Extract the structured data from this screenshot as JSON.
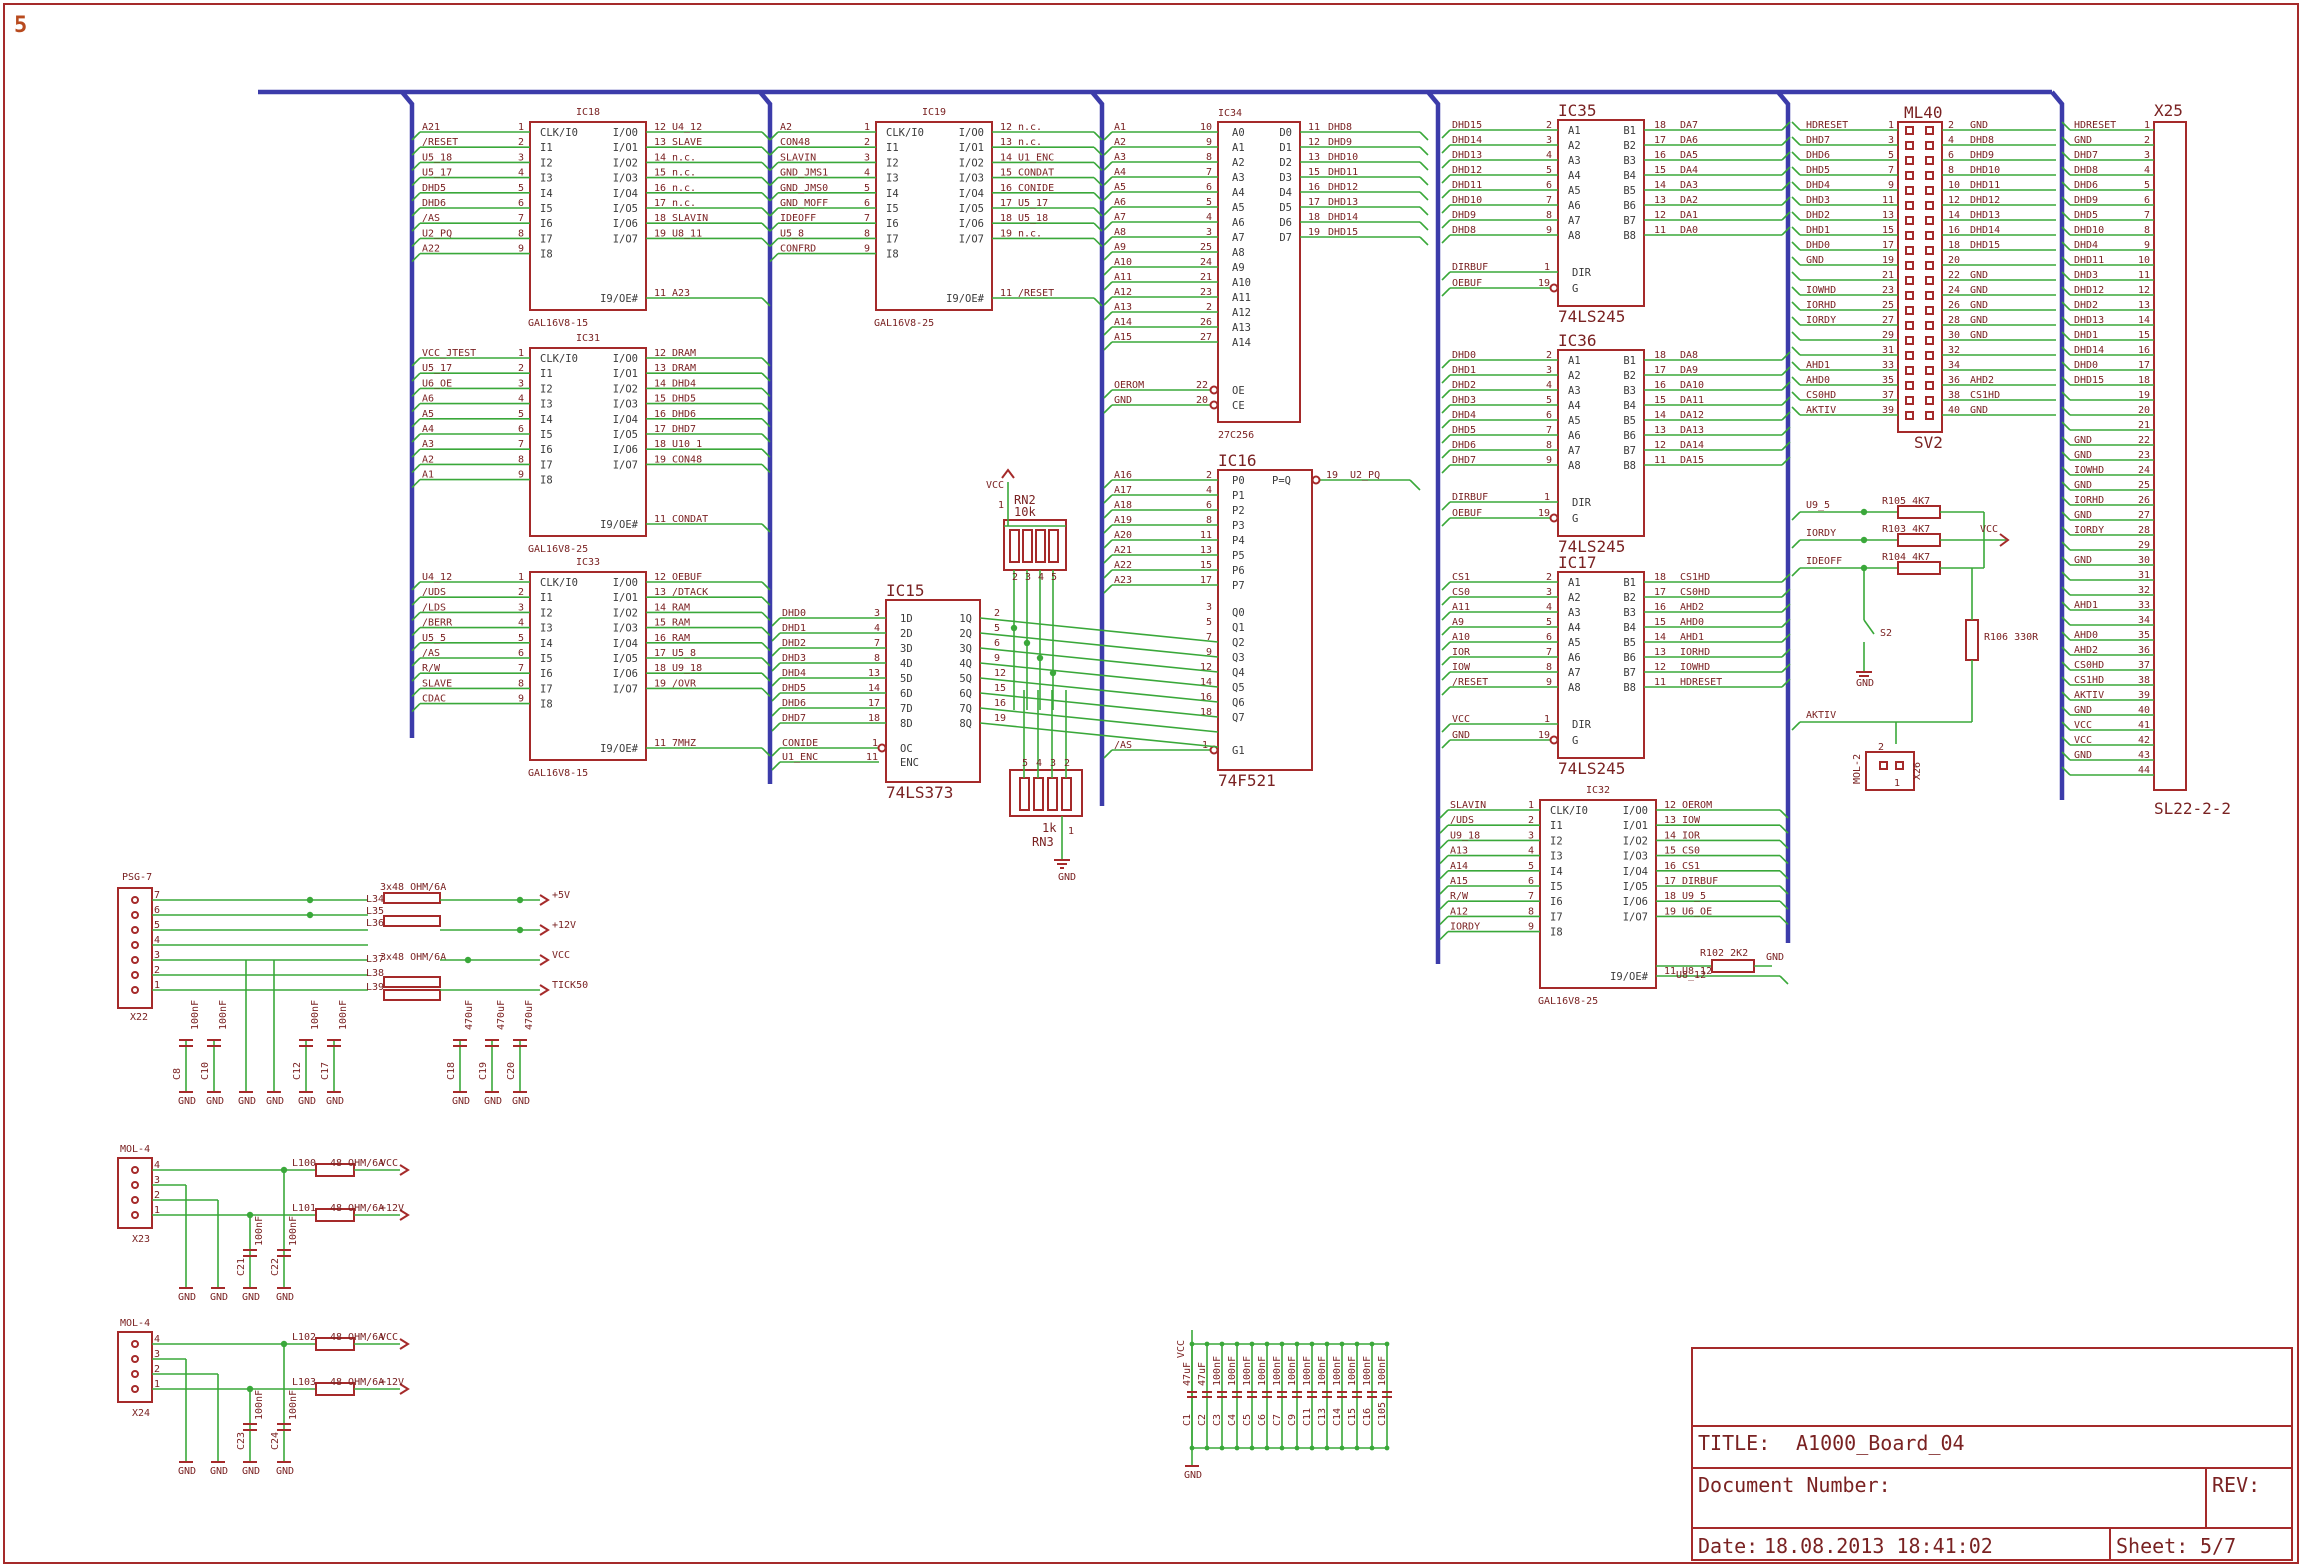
{
  "sheet_marker": "5",
  "title_block": {
    "title_label": "TITLE:",
    "title": "A1000_Board_04",
    "doc_label": "Document Number:",
    "rev_label": "REV:",
    "date_label": "Date:",
    "date": "18.08.2013 18:41:02",
    "sheet_label": "Sheet:",
    "sheet": "5/7"
  },
  "ics": {
    "ic18": {
      "ref": "IC18",
      "value": "GAL16V8-15",
      "in": [
        [
          "A21",
          "1"
        ],
        [
          "/RESET",
          "2"
        ],
        [
          "U5_18",
          "3"
        ],
        [
          "U5_17",
          "4"
        ],
        [
          "DHD5",
          "5"
        ],
        [
          "DHD6",
          "6"
        ],
        [
          "/AS",
          "7"
        ],
        [
          "U2_PQ",
          "8"
        ],
        [
          "A22",
          "9"
        ]
      ],
      "out": [
        [
          "U4_12",
          "12"
        ],
        [
          "SLAVE",
          "13"
        ],
        [
          "n.c.",
          "14"
        ],
        [
          "n.c.",
          "15"
        ],
        [
          "n.c.",
          "16"
        ],
        [
          "n.c.",
          "17"
        ],
        [
          "SLAVIN",
          "18"
        ],
        [
          "U8_11",
          "19"
        ]
      ],
      "oe": [
        "A23",
        "11"
      ]
    },
    "ic19": {
      "ref": "IC19",
      "value": "GAL16V8-25",
      "in": [
        [
          "A2",
          "1"
        ],
        [
          "CON48",
          "2"
        ],
        [
          "SLAVIN",
          "3"
        ],
        [
          "GND_JMS1",
          "4"
        ],
        [
          "GND_JMS0",
          "5"
        ],
        [
          "GND_MOFF",
          "6"
        ],
        [
          "IDEOFF",
          "7"
        ],
        [
          "U5_8",
          "8"
        ],
        [
          "CONFRD",
          "9"
        ]
      ],
      "out": [
        [
          "n.c.",
          "12"
        ],
        [
          "n.c.",
          "13"
        ],
        [
          "U1_ENC",
          "14"
        ],
        [
          "CONDAT",
          "15"
        ],
        [
          "CONIDE",
          "16"
        ],
        [
          "U5_17",
          "17"
        ],
        [
          "U5_18",
          "18"
        ],
        [
          "n.c.",
          "19"
        ]
      ],
      "oe": [
        "/RESET",
        "11"
      ]
    },
    "ic31": {
      "ref": "IC31",
      "value": "GAL16V8-25",
      "in": [
        [
          "VCC_JTEST",
          "1"
        ],
        [
          "U5_17",
          "2"
        ],
        [
          "U6_OE",
          "3"
        ],
        [
          "A6",
          "4"
        ],
        [
          "A5",
          "5"
        ],
        [
          "A4",
          "6"
        ],
        [
          "A3",
          "7"
        ],
        [
          "A2",
          "8"
        ],
        [
          "A1",
          "9"
        ]
      ],
      "out": [
        [
          "DRAM",
          "12"
        ],
        [
          "DRAM",
          "13"
        ],
        [
          "DHD4",
          "14"
        ],
        [
          "DHD5",
          "15"
        ],
        [
          "DHD6",
          "16"
        ],
        [
          "DHD7",
          "17"
        ],
        [
          "U10_1",
          "18"
        ],
        [
          "CON48",
          "19"
        ]
      ],
      "oe": [
        "CONDAT",
        "11"
      ]
    },
    "ic33": {
      "ref": "IC33",
      "value": "GAL16V8-15",
      "in": [
        [
          "U4_12",
          "1"
        ],
        [
          "/UDS",
          "2"
        ],
        [
          "/LDS",
          "3"
        ],
        [
          "/BERR",
          "4"
        ],
        [
          "U5_5",
          "5"
        ],
        [
          "/AS",
          "6"
        ],
        [
          "R/W",
          "7"
        ],
        [
          "SLAVE",
          "8"
        ],
        [
          "CDAC",
          "9"
        ]
      ],
      "out": [
        [
          "OEBUF",
          "12"
        ],
        [
          "/DTACK",
          "13"
        ],
        [
          "RAM",
          "14"
        ],
        [
          "RAM",
          "15"
        ],
        [
          "RAM",
          "16"
        ],
        [
          "U5_8",
          "17"
        ],
        [
          "U9_18",
          "18"
        ],
        [
          "/OVR",
          "19"
        ]
      ],
      "oe": [
        "7MHZ",
        "11"
      ]
    },
    "ic32": {
      "ref": "IC32",
      "value": "GAL16V8-25",
      "in": [
        [
          "SLAVIN",
          "1"
        ],
        [
          "/UDS",
          "2"
        ],
        [
          "U9_18",
          "3"
        ],
        [
          "A13",
          "4"
        ],
        [
          "A14",
          "5"
        ],
        [
          "A15",
          "6"
        ],
        [
          "R/W",
          "7"
        ],
        [
          "A12",
          "8"
        ],
        [
          "IORDY",
          "9"
        ]
      ],
      "out": [
        [
          "OEROM",
          "12"
        ],
        [
          "IOW",
          "13"
        ],
        [
          "IOR",
          "14"
        ],
        [
          "CS0",
          "15"
        ],
        [
          "CS1",
          "16"
        ],
        [
          "DIRBUF",
          "17"
        ],
        [
          "U9_5",
          "18"
        ],
        [
          "U6_OE",
          "19"
        ]
      ],
      "oe": [
        "U8_12",
        "11"
      ]
    },
    "ic15": {
      "ref": "IC15",
      "value": "74LS373",
      "in": [
        [
          "DHD0",
          "3"
        ],
        [
          "DHD1",
          "4"
        ],
        [
          "DHD2",
          "7"
        ],
        [
          "DHD3",
          "8"
        ],
        [
          "DHD4",
          "13"
        ],
        [
          "DHD5",
          "14"
        ],
        [
          "DHD6",
          "17"
        ],
        [
          "DHD7",
          "18"
        ]
      ],
      "ctl": [
        [
          "CONIDE",
          "1"
        ],
        [
          "U1_ENC",
          "11"
        ]
      ]
    },
    "ic16": {
      "ref": "IC16",
      "value": "74F521",
      "in": [
        [
          "A16",
          "2"
        ],
        [
          "A17",
          "4"
        ],
        [
          "A18",
          "6"
        ],
        [
          "A19",
          "8"
        ],
        [
          "A20",
          "11"
        ],
        [
          "A21",
          "13"
        ],
        [
          "A22",
          "15"
        ],
        [
          "A23",
          "17"
        ]
      ],
      "out": [
        "U2_PQ",
        "19"
      ],
      "g": [
        "/AS",
        "1"
      ]
    },
    "ic34": {
      "ref": "IC34",
      "value": "27C256",
      "in": [
        [
          "A1",
          "10"
        ],
        [
          "A2",
          "9"
        ],
        [
          "A3",
          "8"
        ],
        [
          "A4",
          "7"
        ],
        [
          "A5",
          "6"
        ],
        [
          "A6",
          "5"
        ],
        [
          "A7",
          "4"
        ],
        [
          "A8",
          "3"
        ],
        [
          "A9",
          "25"
        ],
        [
          "A10",
          "24"
        ],
        [
          "A11",
          "21"
        ],
        [
          "A12",
          "23"
        ],
        [
          "A13",
          "2"
        ],
        [
          "A14",
          "26"
        ],
        [
          "A15",
          "27"
        ]
      ],
      "out": [
        [
          "DHD8",
          "11"
        ],
        [
          "DHD9",
          "12"
        ],
        [
          "DHD10",
          "13"
        ],
        [
          "DHD11",
          "15"
        ],
        [
          "DHD12",
          "16"
        ],
        [
          "DHD13",
          "17"
        ],
        [
          "DHD14",
          "18"
        ],
        [
          "DHD15",
          "19"
        ]
      ],
      "oe": [
        [
          "OEROM",
          "22"
        ],
        [
          "GND",
          "20"
        ]
      ]
    },
    "ic35": {
      "ref": "IC35",
      "value": "74LS245",
      "in": [
        [
          "DHD15",
          "2"
        ],
        [
          "DHD14",
          "3"
        ],
        [
          "DHD13",
          "4"
        ],
        [
          "DHD12",
          "5"
        ],
        [
          "DHD11",
          "6"
        ],
        [
          "DHD10",
          "7"
        ],
        [
          "DHD9",
          "8"
        ],
        [
          "DHD8",
          "9"
        ]
      ],
      "out": [
        [
          "DA7",
          "18"
        ],
        [
          "DA6",
          "17"
        ],
        [
          "DA5",
          "16"
        ],
        [
          "DA4",
          "15"
        ],
        [
          "DA3",
          "14"
        ],
        [
          "DA2",
          "13"
        ],
        [
          "DA1",
          "12"
        ],
        [
          "DA0",
          "11"
        ]
      ],
      "ctl": [
        [
          "DIRBUF",
          "1"
        ],
        [
          "OEBUF",
          "19"
        ]
      ]
    },
    "ic36": {
      "ref": "IC36",
      "value": "74LS245",
      "in": [
        [
          "DHD0",
          "2"
        ],
        [
          "DHD1",
          "3"
        ],
        [
          "DHD2",
          "4"
        ],
        [
          "DHD3",
          "5"
        ],
        [
          "DHD4",
          "6"
        ],
        [
          "DHD5",
          "7"
        ],
        [
          "DHD6",
          "8"
        ],
        [
          "DHD7",
          "9"
        ]
      ],
      "out": [
        [
          "DA8",
          "18"
        ],
        [
          "DA9",
          "17"
        ],
        [
          "DA10",
          "16"
        ],
        [
          "DA11",
          "15"
        ],
        [
          "DA12",
          "14"
        ],
        [
          "DA13",
          "13"
        ],
        [
          "DA14",
          "12"
        ],
        [
          "DA15",
          "11"
        ]
      ],
      "ctl": [
        [
          "DIRBUF",
          "1"
        ],
        [
          "OEBUF",
          "19"
        ]
      ]
    },
    "ic17": {
      "ref": "IC17",
      "value": "74LS245",
      "in": [
        [
          "CS1",
          "2"
        ],
        [
          "CS0",
          "3"
        ],
        [
          "A11",
          "4"
        ],
        [
          "A9",
          "5"
        ],
        [
          "A10",
          "6"
        ],
        [
          "IOR",
          "7"
        ],
        [
          "IOW",
          "8"
        ],
        [
          "/RESET",
          "9"
        ]
      ],
      "out": [
        [
          "CS1HD",
          "18"
        ],
        [
          "CS0HD",
          "17"
        ],
        [
          "AHD2",
          "16"
        ],
        [
          "AHD0",
          "15"
        ],
        [
          "AHD1",
          "14"
        ],
        [
          "IORHD",
          "13"
        ],
        [
          "IOWHD",
          "12"
        ],
        [
          "HDRESET",
          "11"
        ]
      ],
      "ctl": [
        [
          "VCC",
          "1"
        ],
        [
          "GND",
          "19"
        ]
      ]
    }
  },
  "gal_pins_left": [
    "CLK/I0",
    "I1",
    "I2",
    "I3",
    "I4",
    "I5",
    "I6",
    "I7",
    "I8"
  ],
  "gal_pins_right": [
    "I/O0",
    "I/O1",
    "I/O2",
    "I/O3",
    "I/O4",
    "I/O5",
    "I/O6",
    "I/O7",
    "I9/OE#"
  ],
  "ic15_left": [
    "1D",
    "2D",
    "3D",
    "4D",
    "5D",
    "6D",
    "7D",
    "8D"
  ],
  "ic15_right": [
    "1Q",
    "2Q",
    "3Q",
    "4Q",
    "5Q",
    "6Q",
    "7Q",
    "8Q"
  ],
  "ic15_ctl": [
    "OC",
    "ENC"
  ],
  "ic15_out_pins": [
    "2",
    "5",
    "6",
    "9",
    "12",
    "15",
    "16",
    "19"
  ],
  "ic16_left": [
    "P0",
    "P1",
    "P2",
    "P3",
    "P4",
    "P5",
    "P6",
    "P7"
  ],
  "ic16_left_b": [
    "Q0",
    "Q1",
    "Q2",
    "Q3",
    "Q4",
    "Q5",
    "Q6",
    "Q7"
  ],
  "ic16_b_pins": [
    "3",
    "5",
    "7",
    "9",
    "12",
    "14",
    "16",
    "18"
  ],
  "ic16_mid": "P=Q",
  "ic16_g": "G1",
  "ic34_left": [
    "A0",
    "A1",
    "A2",
    "A3",
    "A4",
    "A5",
    "A6",
    "A7",
    "A8",
    "A9",
    "A10",
    "A11",
    "A12",
    "A13",
    "A14"
  ],
  "ic34_right": [
    "D0",
    "D1",
    "D2",
    "D3",
    "D4",
    "D5",
    "D6",
    "D7"
  ],
  "ic34_ctl": [
    "OE",
    "CE"
  ],
  "ls245_left": [
    "A1",
    "A2",
    "A3",
    "A4",
    "A5",
    "A6",
    "A7",
    "A8"
  ],
  "ls245_right": [
    "B1",
    "B2",
    "B3",
    "B4",
    "B5",
    "B6",
    "B7",
    "B8"
  ],
  "ls245_ctl": [
    "DIR",
    "G"
  ],
  "ml40": {
    "ref": "ML40",
    "value": "SV2",
    "left": [
      [
        "HDRESET",
        "1"
      ],
      [
        "DHD7",
        "3"
      ],
      [
        "DHD6",
        "5"
      ],
      [
        "DHD5",
        "7"
      ],
      [
        "DHD4",
        "9"
      ],
      [
        "DHD3",
        "11"
      ],
      [
        "DHD2",
        "13"
      ],
      [
        "DHD1",
        "15"
      ],
      [
        "DHD0",
        "17"
      ],
      [
        "GND",
        "19"
      ],
      [
        "",
        "21"
      ],
      [
        "IOWHD",
        "23"
      ],
      [
        "IORHD",
        "25"
      ],
      [
        "IORDY",
        "27"
      ],
      [
        "",
        "29"
      ],
      [
        "",
        "31"
      ],
      [
        "AHD1",
        "33"
      ],
      [
        "AHD0",
        "35"
      ],
      [
        "CS0HD",
        "37"
      ],
      [
        "AKTIV",
        "39"
      ]
    ],
    "right": [
      [
        "GND",
        "2"
      ],
      [
        "DHD8",
        "4"
      ],
      [
        "DHD9",
        "6"
      ],
      [
        "DHD10",
        "8"
      ],
      [
        "DHD11",
        "10"
      ],
      [
        "DHD12",
        "12"
      ],
      [
        "DHD13",
        "14"
      ],
      [
        "DHD14",
        "16"
      ],
      [
        "DHD15",
        "18"
      ],
      [
        "",
        "20"
      ],
      [
        "GND",
        "22"
      ],
      [
        "GND",
        "24"
      ],
      [
        "GND",
        "26"
      ],
      [
        "GND",
        "28"
      ],
      [
        "GND",
        "30"
      ],
      [
        "",
        "32"
      ],
      [
        "",
        "34"
      ],
      [
        "AHD2",
        "36"
      ],
      [
        "CS1HD",
        "38"
      ],
      [
        "GND",
        "40"
      ]
    ]
  },
  "x25": {
    "ref": "X25",
    "value": "SL22-2-2",
    "pins": [
      "HDRESET",
      "GND",
      "DHD7",
      "DHD8",
      "DHD6",
      "DHD9",
      "DHD5",
      "DHD10",
      "DHD4",
      "DHD11",
      "DHD3",
      "DHD12",
      "DHD2",
      "DHD13",
      "DHD1",
      "DHD14",
      "DHD0",
      "DHD15",
      "",
      "",
      "",
      "GND",
      "GND",
      "IOWHD",
      "GND",
      "IORHD",
      "GND",
      "IORDY",
      "",
      "GND",
      "",
      "",
      "AHD1",
      "",
      "AHD0",
      "AHD2",
      "CS0HD",
      "CS1HD",
      "AKTIV",
      "GND",
      "VCC",
      "VCC",
      "GND",
      ""
    ],
    "nums": [
      "1",
      "2",
      "3",
      "4",
      "5",
      "6",
      "7",
      "8",
      "9",
      "10",
      "11",
      "12",
      "13",
      "14",
      "15",
      "16",
      "17",
      "18",
      "19",
      "20",
      "21",
      "22",
      "23",
      "24",
      "25",
      "26",
      "27",
      "28",
      "29",
      "30",
      "31",
      "32",
      "33",
      "34",
      "35",
      "36",
      "37",
      "38",
      "39",
      "40",
      "41",
      "42",
      "43",
      "44"
    ]
  },
  "rn2": {
    "ref": "RN2",
    "value": "10k",
    "nums": [
      "2",
      "3",
      "4",
      "5"
    ],
    "top": "VCC",
    "pin1": "1"
  },
  "rn3": {
    "ref": "RN3",
    "value": "1k",
    "nums": [
      "5",
      "4",
      "3",
      "2"
    ],
    "gnd": "GND",
    "pin1": "1"
  },
  "pull": {
    "r105": "R105 4K7",
    "r103": "R103 4K7",
    "r104": "R104 4K7",
    "r106": "R106 330R",
    "nets": [
      "U9_5",
      "IORDY",
      "IDEOFF",
      "AKTIV"
    ],
    "vcc": "VCC",
    "s2": "S2",
    "gnd": "GND"
  },
  "x26": {
    "ref": "X26",
    "value": "MOL-2",
    "pins": [
      "2",
      "1"
    ]
  },
  "r102": {
    "ref": "R102 2K2",
    "gnd": "GND",
    "net": "U8_12"
  },
  "psu": {
    "x22": {
      "ref": "X22",
      "value": "PSG-7",
      "nums": [
        "7",
        "6",
        "5",
        "4",
        "3",
        "2",
        "1"
      ]
    },
    "chokes": {
      "top": "3x48 OHM/6A",
      "bot": "3x48 OHM/6A",
      "refs": [
        "L34",
        "L35",
        "L36",
        "L37",
        "L38",
        "L39"
      ],
      "rails": [
        "+5V",
        "+12V",
        "VCC",
        "TICK50"
      ]
    },
    "caps": [
      [
        "C8",
        "100nF"
      ],
      [
        "C10",
        "100nF"
      ],
      [
        "C12",
        "100nF"
      ],
      [
        "C17",
        "100nF"
      ],
      [
        "C18",
        "470uF"
      ],
      [
        "C19",
        "470uF"
      ],
      [
        "C20",
        "470uF"
      ]
    ],
    "gnd": "GND",
    "x23": {
      "ref": "X23",
      "value": "MOL-4",
      "nums": [
        "4",
        "3",
        "2",
        "1"
      ],
      "l1": "L100",
      "l1v": "48 OHM/6A",
      "l2": "L101",
      "l2v": "48 OHM/6A",
      "r1": "VCC",
      "r2": "+12V",
      "caps": [
        [
          "C21",
          "100nF"
        ],
        [
          "C22",
          "100nF"
        ]
      ]
    },
    "x24": {
      "ref": "X24",
      "value": "MOL-4",
      "nums": [
        "4",
        "3",
        "2",
        "1"
      ],
      "l1": "L102",
      "l1v": "48 OHM/6A",
      "l2": "L103",
      "l2v": "48 OHM/6A",
      "r1": "VCC",
      "r2": "+12V",
      "caps": [
        [
          "C23",
          "100nF"
        ],
        [
          "C24",
          "100nF"
        ]
      ]
    }
  },
  "decoupling": {
    "vcc": "VCC",
    "gnd": "GND",
    "caps": [
      [
        "C1",
        "47uF"
      ],
      [
        "C2",
        "47uF"
      ],
      [
        "C3",
        "100nF"
      ],
      [
        "C4",
        "100nF"
      ],
      [
        "C5",
        "100nF"
      ],
      [
        "C6",
        "100nF"
      ],
      [
        "C7",
        "100nF"
      ],
      [
        "C9",
        "100nF"
      ],
      [
        "C11",
        "100nF"
      ],
      [
        "C13",
        "100nF"
      ],
      [
        "C14",
        "100nF"
      ],
      [
        "C15",
        "100nF"
      ],
      [
        "C16",
        "100nF"
      ],
      [
        "C105",
        "100nF"
      ]
    ]
  }
}
